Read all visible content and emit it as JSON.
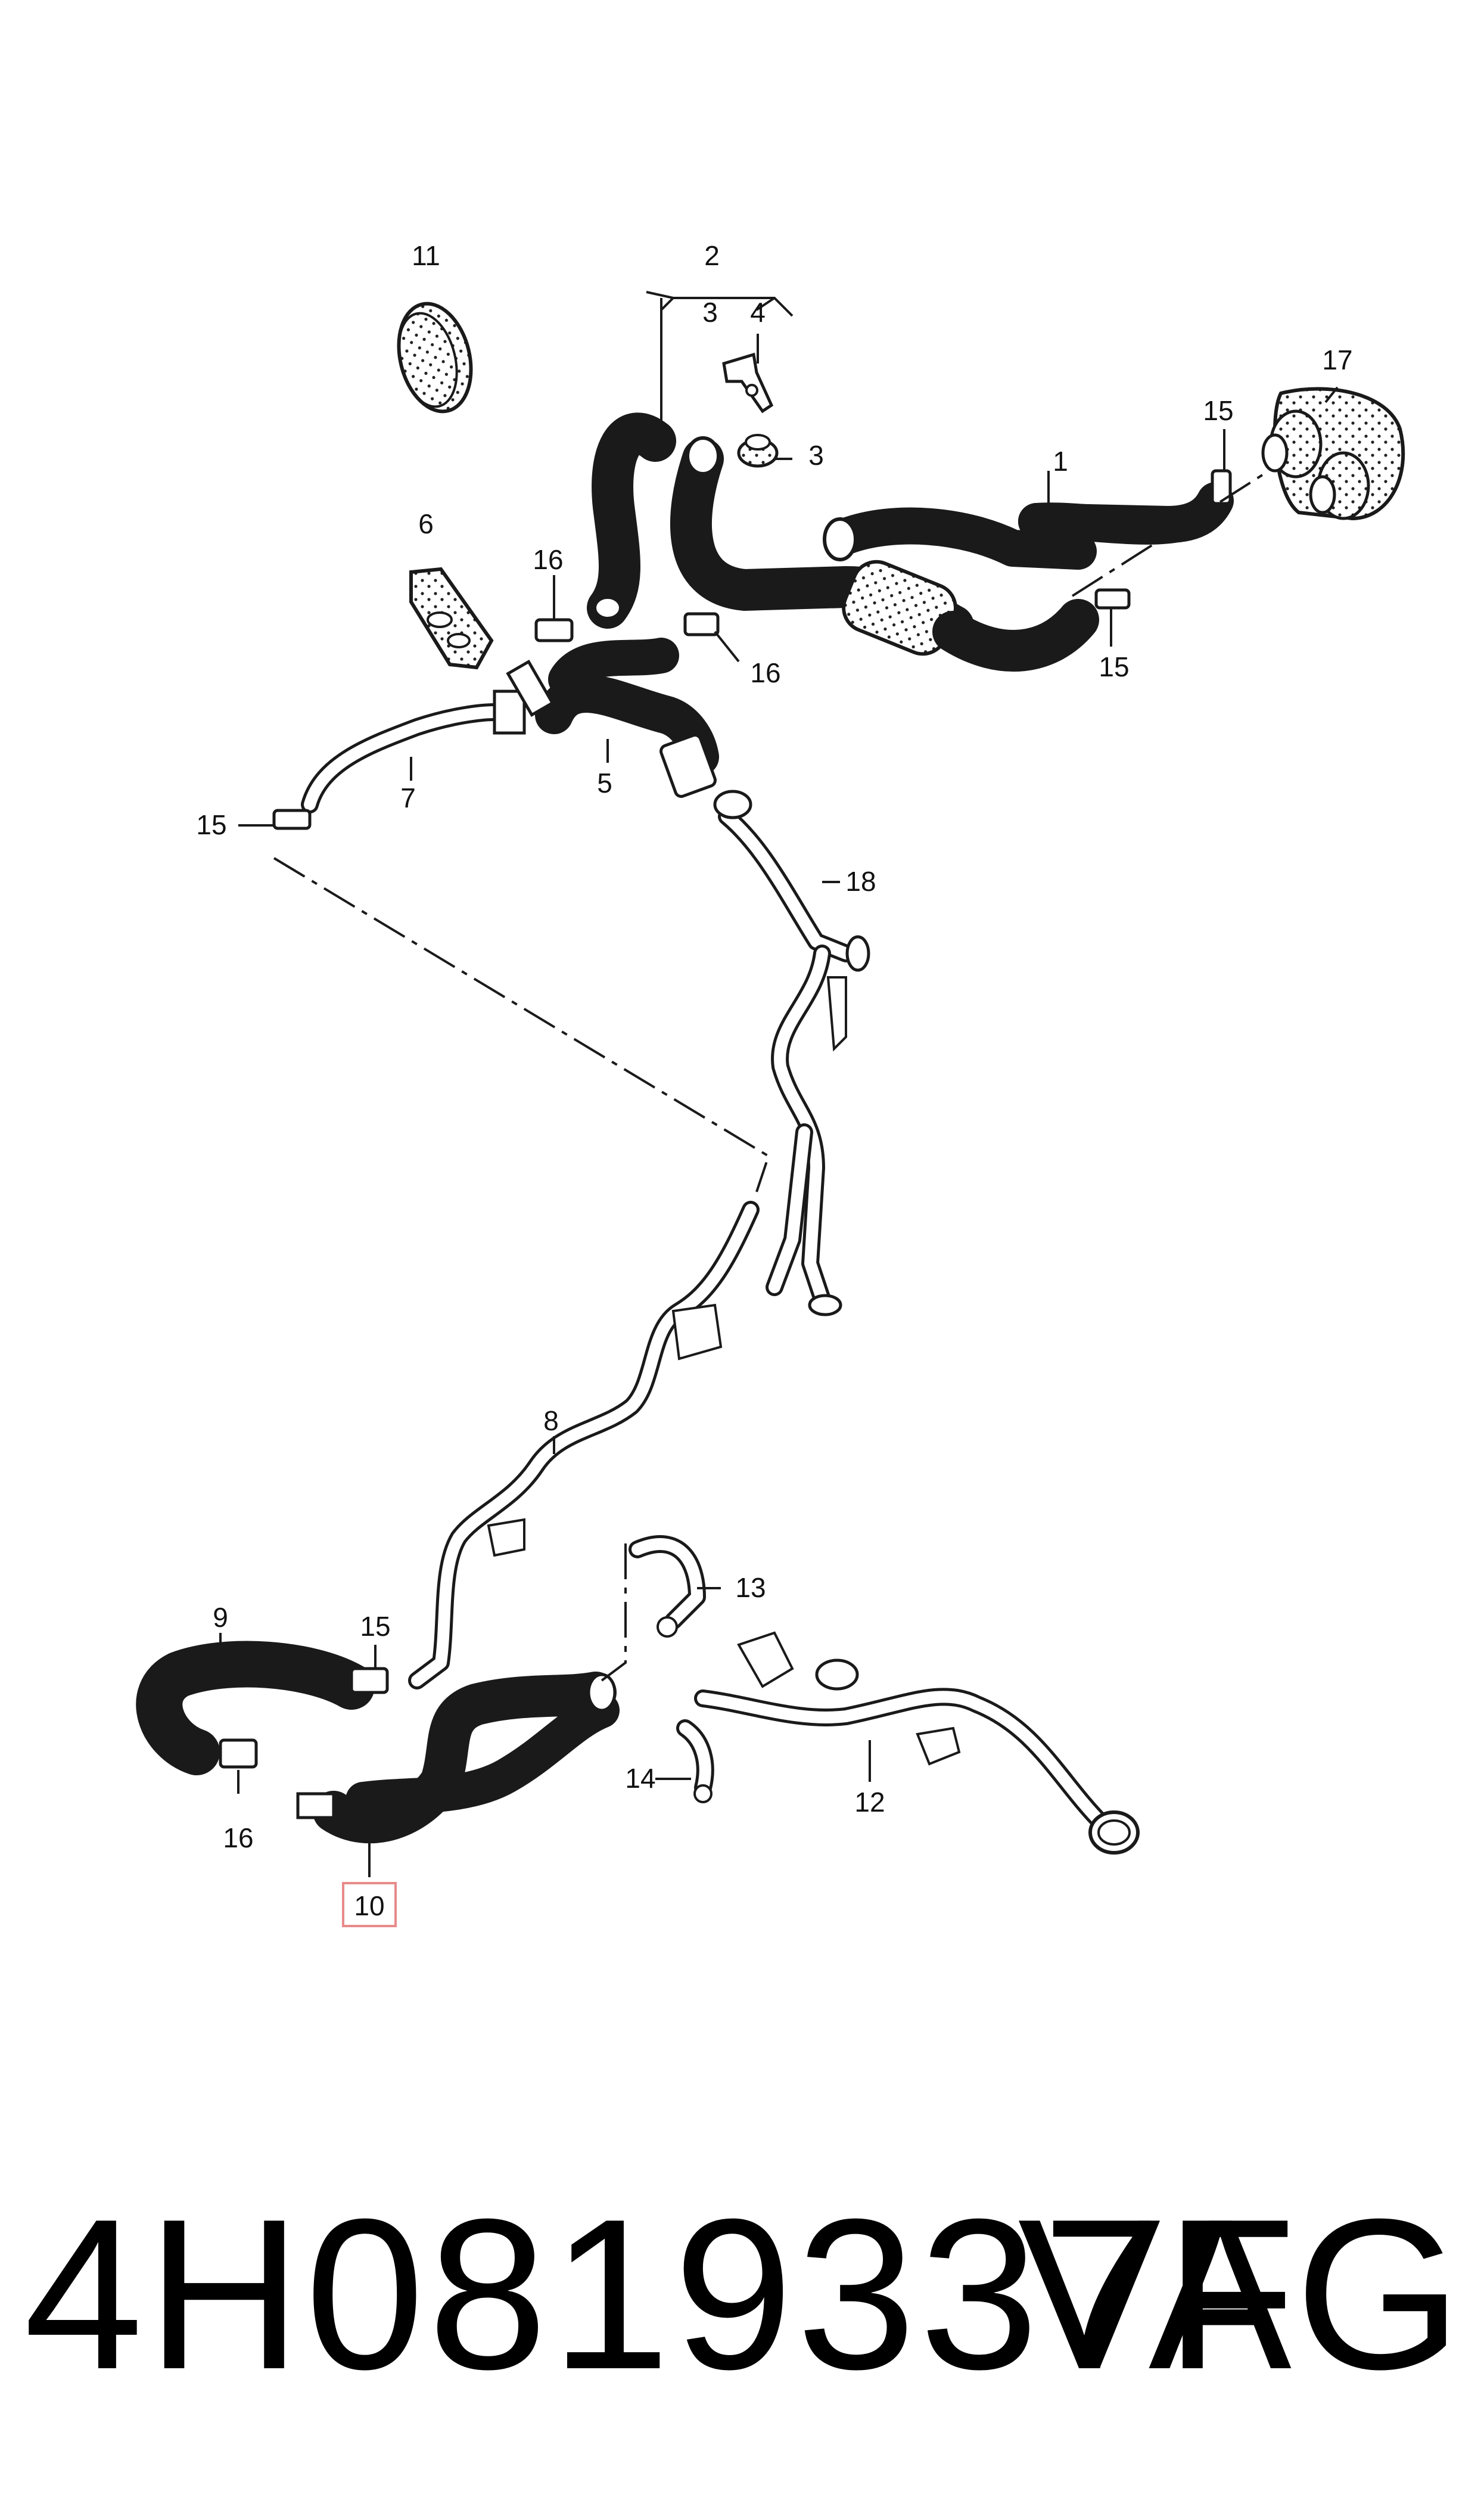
{
  "callouts": {
    "c1": "1",
    "c2": "2",
    "c3a": "3",
    "c3b": "3",
    "c4": "4",
    "c5": "5",
    "c6": "6",
    "c7": "7",
    "c8": "8",
    "c9": "9",
    "c10": "10",
    "c11": "11",
    "c12": "12",
    "c13": "13",
    "c14": "14",
    "c15a": "15",
    "c15b": "15",
    "c15c": "15",
    "c15d": "15",
    "c16a": "16",
    "c16b": "16",
    "c16c": "16",
    "c17": "17",
    "c18": "18"
  },
  "highlight_color": "#e88a8a",
  "part_number": "4H0819337F",
  "brand": "VAG"
}
